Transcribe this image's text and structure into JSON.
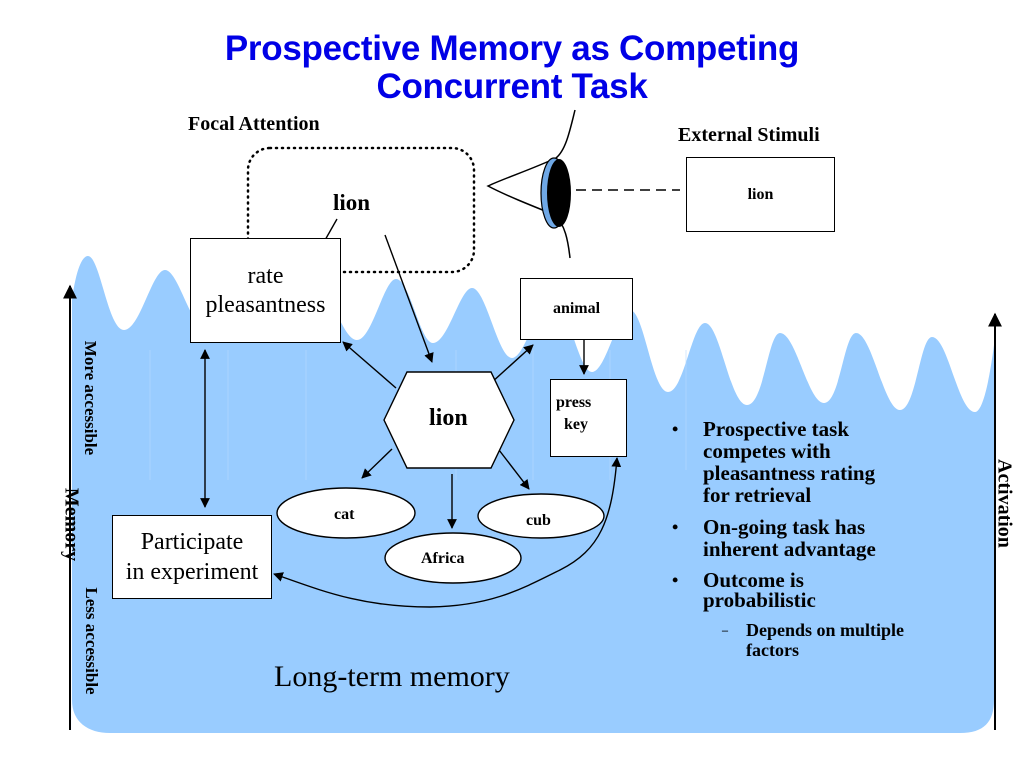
{
  "slide": {
    "title_line1": "Prospective Memory as Competing",
    "title_line2": "Concurrent Task",
    "colors": {
      "title": "#0000e6",
      "memory_fill": "#99ccff",
      "node_fill": "#ffffff",
      "stroke": "#000000",
      "lens": "#6fa8e6"
    }
  },
  "labels": {
    "focal_attention": "Focal Attention",
    "external_stimuli": "External Stimuli",
    "long_term_memory": "Long-term memory",
    "memory_axis": "Memory",
    "more_accessible": "More accessible",
    "less_accessible": "Less accessible",
    "activation_axis": "Activation"
  },
  "nodes": {
    "focal_lion": "lion",
    "external_lion": "lion",
    "rate_pleasantness_1": "rate",
    "rate_pleasantness_2": "pleasantness",
    "animal": "animal",
    "press_key_1": "press",
    "press_key_2": "key",
    "central_lion": "lion",
    "cat": "cat",
    "cub": "cub",
    "africa": "Africa",
    "participate_1": "Participate",
    "participate_2": "in experiment"
  },
  "bullets": [
    {
      "marker": "•",
      "text_lines": [
        "Prospective task",
        "competes with",
        "pleasantness rating",
        "for retrieval"
      ]
    },
    {
      "marker": "•",
      "text_lines": [
        "On-going task has",
        "inherent advantage"
      ]
    },
    {
      "marker": "•",
      "text_lines": [
        "Outcome is",
        "probabilistic"
      ]
    }
  ],
  "sub_bullets": [
    {
      "marker": "–",
      "text_lines": [
        "Depends on multiple",
        "factors"
      ]
    }
  ]
}
